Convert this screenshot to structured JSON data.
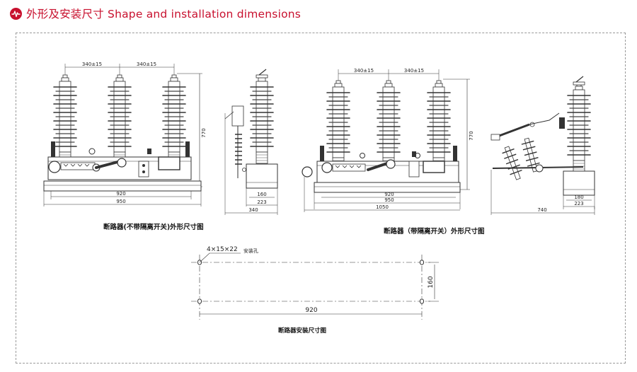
{
  "header": {
    "title": "外形及安装尺寸 Shape and installation dimensions",
    "accent_color": "#c8102e",
    "icon": "pulse-logo-icon"
  },
  "drawing1": {
    "caption": "断路器(不带隔离开关)外形尺寸图",
    "spacing_a": "340±15",
    "spacing_b": "340±15",
    "height": "770",
    "frame_width": "920",
    "total_width": "950",
    "side_base_a": "160",
    "side_base_b": "223",
    "side_depth": "340"
  },
  "drawing2": {
    "caption": "断路器（带隔离开关）外形尺寸图",
    "spacing_a": "340±15",
    "spacing_b": "340±15",
    "height": "770",
    "frame_width": "920",
    "width_950": "950",
    "total_width": "1050",
    "side_base_a": "180",
    "side_base_b": "223",
    "side_depth": "740"
  },
  "mounting": {
    "caption": "断路器安装尺寸图",
    "holes_label": "4×15×22",
    "holes_note": "安装孔",
    "width": "920",
    "height": "160"
  }
}
